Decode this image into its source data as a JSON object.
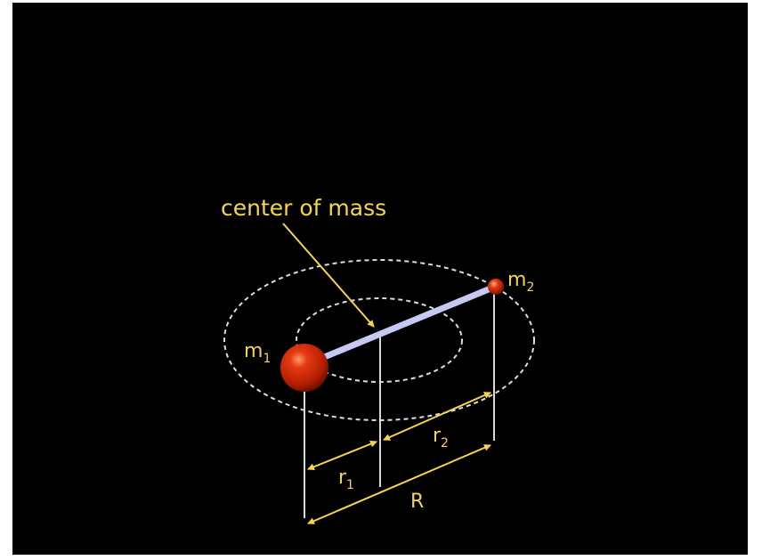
{
  "labels": {
    "center_of_mass": "center of mass",
    "m": "m",
    "sub_1": "1",
    "sub_2": "2",
    "r": "r",
    "R": "R"
  },
  "colors": {
    "background": "#000000",
    "label": "#f5d54a",
    "guide_line": "#d9d9d9",
    "orbit_dash": "#dddddd",
    "rod": "#c8c8f5",
    "mass": "#cc2200"
  }
}
